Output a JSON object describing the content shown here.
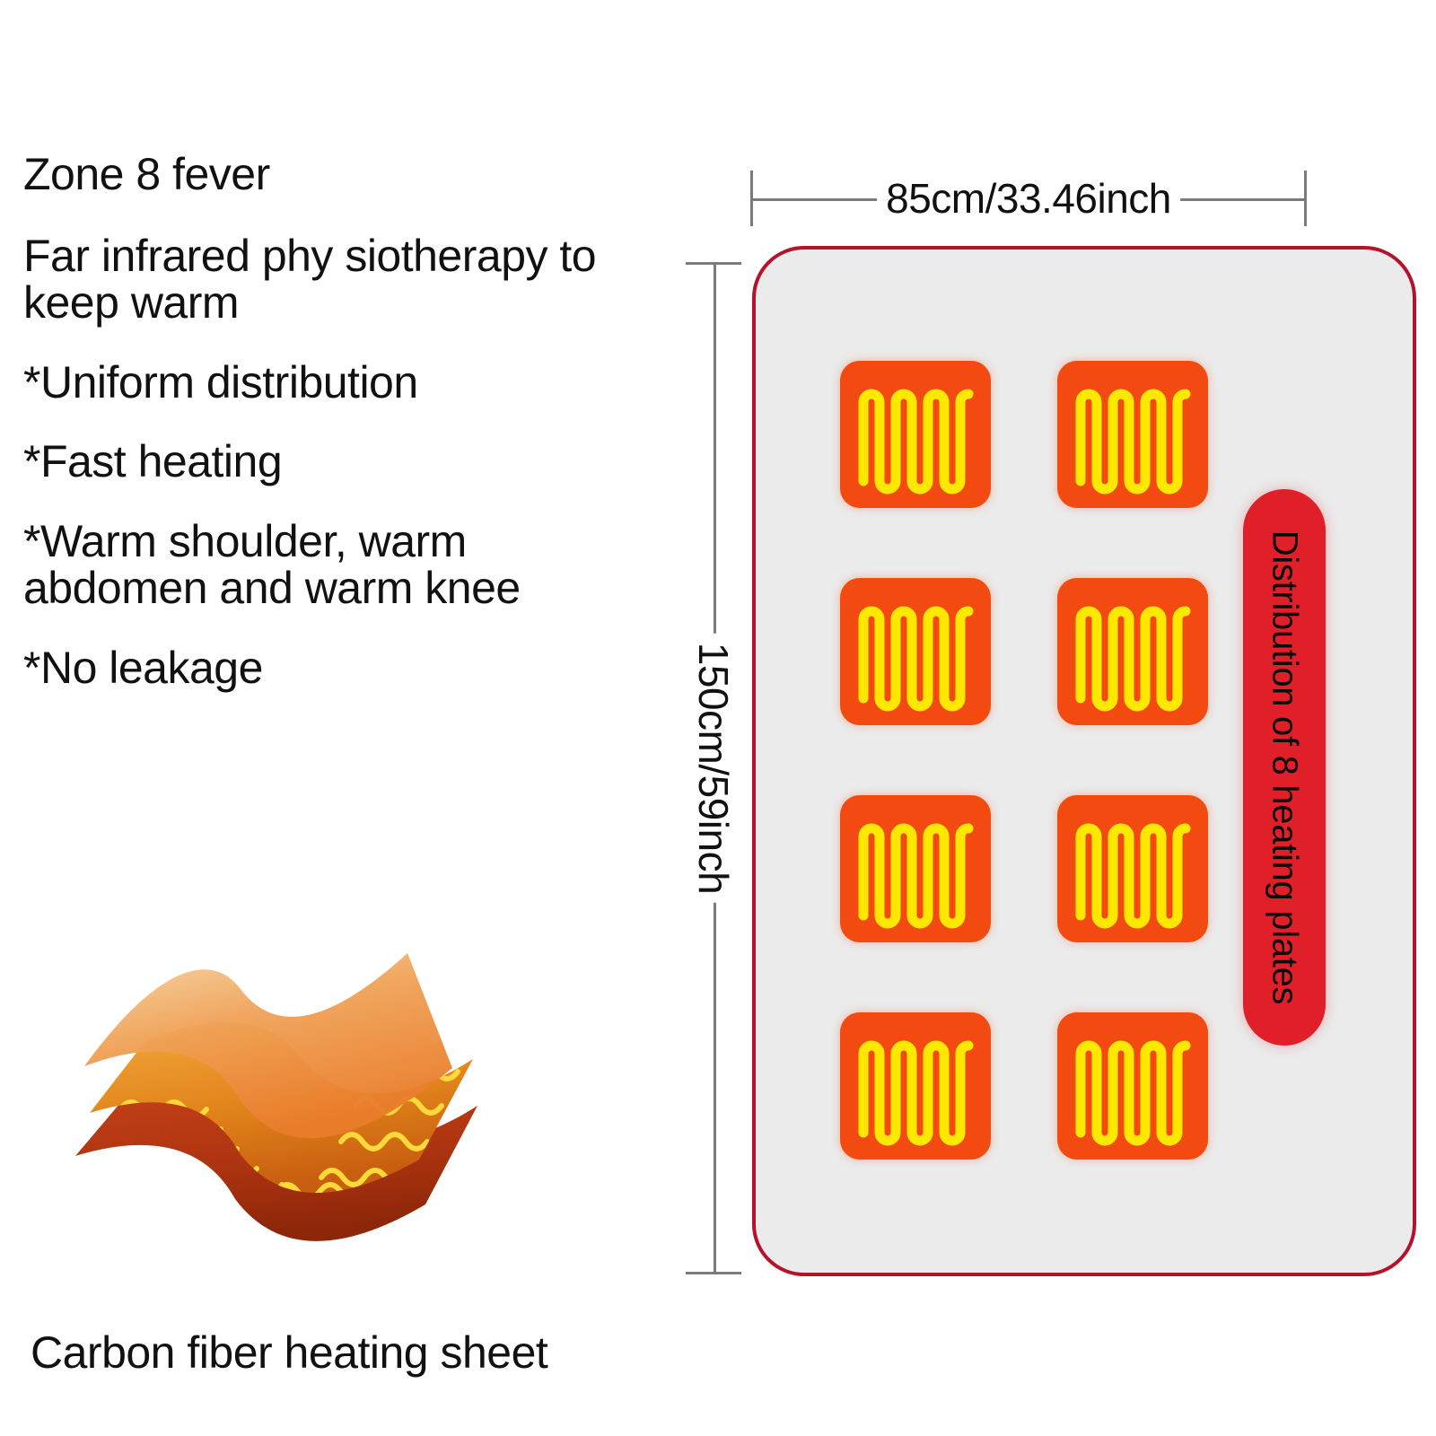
{
  "features": {
    "heading": "Zone 8 fever",
    "subheading": "Far infrared phy siotherapy to keep warm",
    "bullets": [
      "*Uniform distribution",
      "*Fast heating",
      "*Warm shoulder, warm abdomen and warm knee",
      "*No leakage"
    ]
  },
  "carbon_fiber": {
    "caption": "Carbon fiber heating sheet",
    "layers": {
      "top_layer_color": "#F2A355",
      "middle_layer_color": "#E8891F",
      "wire_color": "#FFD83A",
      "bottom_layer_color": "#B73A12"
    }
  },
  "diagram": {
    "width_label": "85cm/33.46inch",
    "height_label": "150cm/59inch",
    "badge_label": "Distribution of 8 heating plates",
    "plate_count": 8,
    "grid_rows": 4,
    "grid_columns": 2,
    "colors": {
      "mat_fill": "#EBEBEB",
      "mat_border": "#B5122B",
      "plate_orange": "#F24A10",
      "plate_wire_yellow": "#FFE800",
      "badge_red": "#E01F28",
      "dimension_line": "#7B7B7B"
    }
  }
}
